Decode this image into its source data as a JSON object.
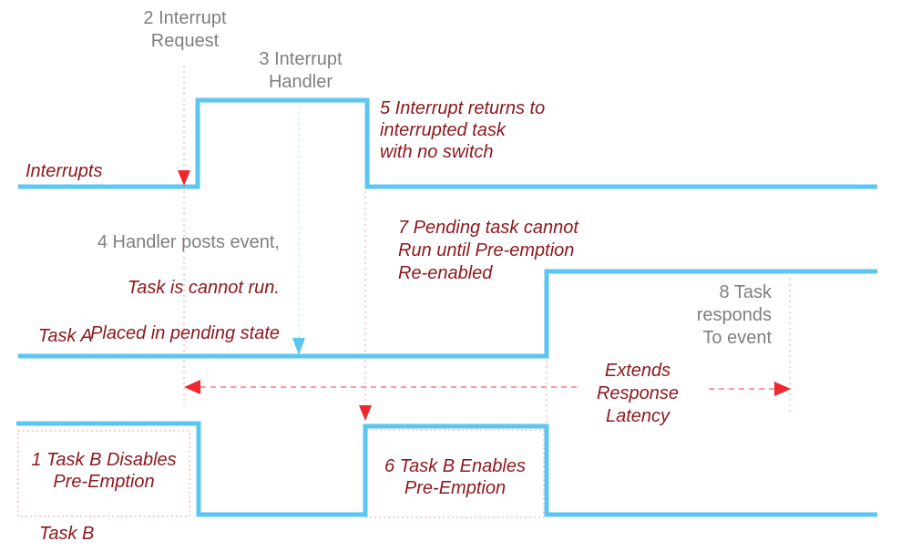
{
  "theme": {
    "signal_blue": "#5bc6f2",
    "guide_blue": "#cdeefc",
    "text_dark_red": "#8e171c",
    "arrow_red": "#f2262e",
    "dash_pink": "#ff9b9b",
    "guide_pink": "#ffc9c9",
    "box_border_pink": "#f7bcbc",
    "text_gray": "#7f7f7f",
    "background": "#ffffff"
  },
  "lanes": [
    {
      "label": "Interrupts"
    },
    {
      "label": "Task A"
    },
    {
      "label": "Task B"
    }
  ],
  "annotations": {
    "interrupt_request": "2 Interrupt\nRequest",
    "interrupt_handler": "3 Interrupt\nHandler",
    "handler_posts_line1": "4 Handler posts event,",
    "handler_posts_line2": "Task is cannot run.",
    "handler_posts_line3": "Placed in pending state",
    "interrupt_returns": "5 Interrupt returns to\ninterrupted task\nwith no switch",
    "pending_task": "7 Pending task cannot\nRun until Pre-emption\nRe-enabled",
    "task_responds": "8 Task\nresponds\nTo event",
    "latency": "Extends\nResponse\nLatency",
    "box_disable": "1 Task B Disables\nPre-Emption",
    "box_enable": "6 Task B Enables\nPre-Emption"
  }
}
